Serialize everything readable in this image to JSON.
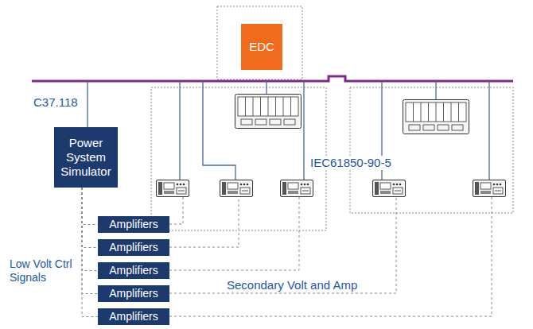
{
  "diagram": {
    "nodes": [
      {
        "text": [
          "EDC"
        ]
      },
      {
        "text": [
          "Power System Simulator"
        ]
      },
      {
        "text": [
          "Amplifiers"
        ]
      },
      {
        "text": [
          "Amplifiers"
        ]
      },
      {
        "text": [
          "Amplifiers"
        ]
      },
      {
        "text": [
          "Amplifiers"
        ]
      },
      {
        "text": [
          "Amplifiers"
        ]
      }
    ],
    "edges": [
      {
        "from": 1,
        "to": 2,
        "arrow": "none"
      },
      {
        "from": 1,
        "to": 3,
        "arrow": "none"
      },
      {
        "from": 1,
        "to": 4,
        "arrow": "none"
      },
      {
        "from": 1,
        "to": 5,
        "arrow": "none"
      },
      {
        "from": 1,
        "to": 6,
        "arrow": "none"
      }
    ],
    "labels": [
      "C37.118",
      "IEC61850-90-5",
      "Low Volt Ctrl Signals",
      "Secondary Volt and Amp"
    ]
  }
}
